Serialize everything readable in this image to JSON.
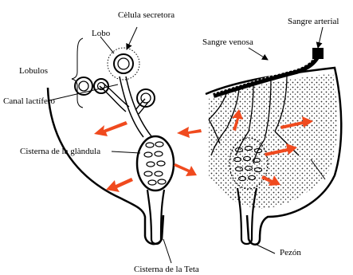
{
  "labels": {
    "secretory_cell": "Cèlula secretora",
    "lobe": "Lobo",
    "lobules": "Lobulos",
    "lactiferous_duct": "Canal lactífero",
    "gland_cistern": "Cisterna de la glàndula",
    "teat_cistern": "Cisterna de la Teta",
    "arterial_blood": "Sangre arterial",
    "venous_blood": "Sangre venosa",
    "teat": "Pezón"
  },
  "colors": {
    "line": "#000000",
    "arrow": "#f04a1e",
    "background": "#ffffff"
  }
}
